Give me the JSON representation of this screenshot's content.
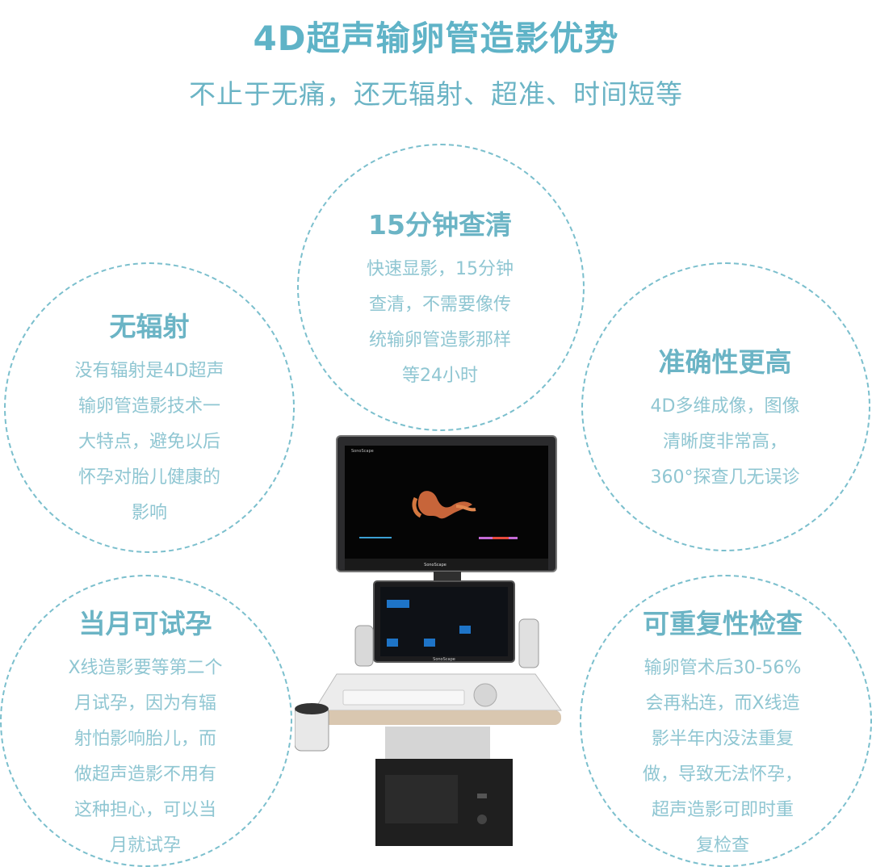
{
  "header": {
    "title": "4D超声输卵管造影优势",
    "subtitle": "不止于无痛，还无辐射、超准、时间短等"
  },
  "features": [
    {
      "title": "15分钟查清",
      "lines": [
        "快速显影，15分钟",
        "查清，不需要像传",
        "统输卵管造影那样",
        "等24小时"
      ]
    },
    {
      "title": "无辐射",
      "lines": [
        "没有辐射是4D超声",
        "输卵管造影技术一",
        "大特点，避免以后",
        "怀孕对胎儿健康的",
        "影响"
      ]
    },
    {
      "title": "准确性更高",
      "lines": [
        "4D多维成像，图像",
        "清晰度非常高，",
        "360°探查几无误诊"
      ]
    },
    {
      "title": "当月可试孕",
      "lines": [
        "X线造影要等第二个",
        "月试孕，因为有辐",
        "射怕影响胎儿，而",
        "做超声造影不用有",
        "这种担心，可以当",
        "月就试孕"
      ]
    },
    {
      "title": "可重复性检查",
      "lines": [
        "输卵管术后30-56%",
        "会再粘连，而X线造",
        "影半年内没法重复",
        "做，导致无法怀孕，",
        "超声造影可即时重",
        "复检查"
      ]
    }
  ],
  "device": {
    "brand_top": "SonoScape",
    "brand_screen": "SonoScape",
    "brand_panel": "SonoScape"
  },
  "colors": {
    "accent": "#6bb4c5",
    "text_light": "#8fc6d2",
    "dash": "#7bbfcd"
  }
}
